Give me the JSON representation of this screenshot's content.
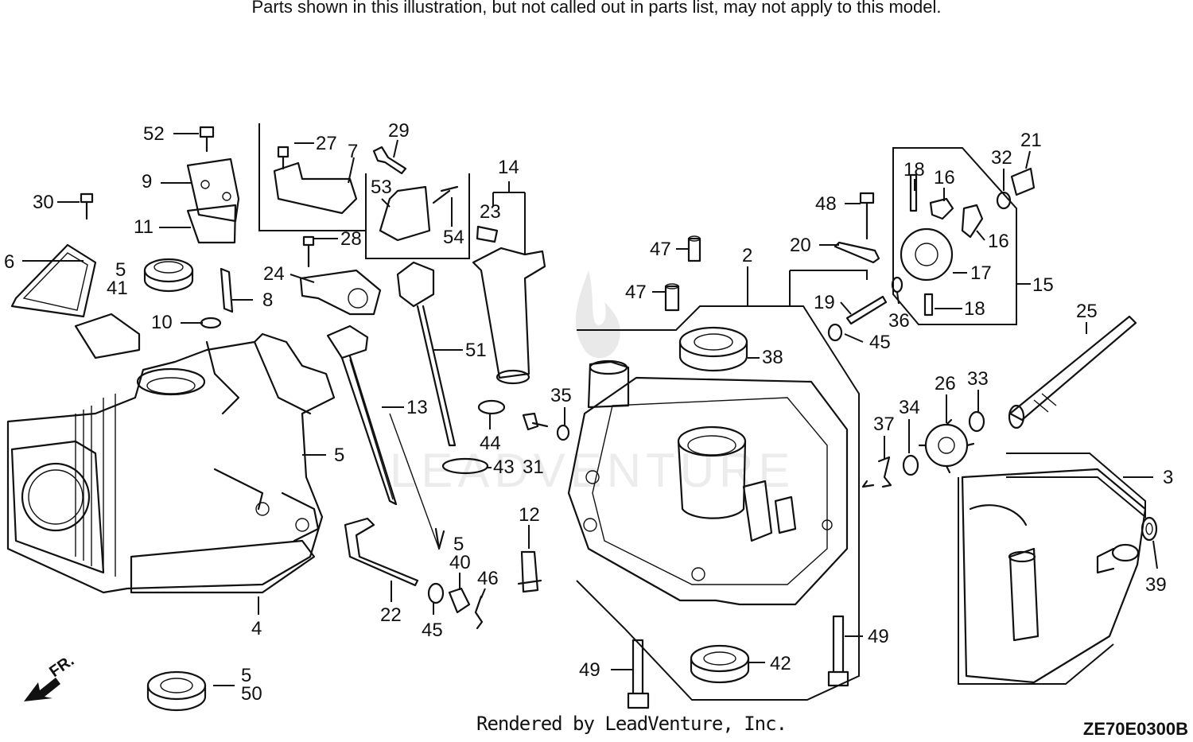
{
  "header": {
    "notice": "Parts shown in this illustration, but not called out in parts list, may not apply to this model."
  },
  "footer": {
    "credit": "Rendered by LeadVenture, Inc.",
    "diagram_code": "ZE70E0300B"
  },
  "front_indicator": "FR.",
  "watermark": "LEADVENTURE",
  "callouts": {
    "c52": "52",
    "c27": "27",
    "c7": "7",
    "c29": "29",
    "c14": "14",
    "c9": "9",
    "c53": "53",
    "c23": "23",
    "c30": "30",
    "c54": "54",
    "c11": "11",
    "c28": "28",
    "c6": "6",
    "c5a": "5",
    "c41": "41",
    "c24": "24",
    "c8": "8",
    "c10": "10",
    "c51": "51",
    "c13": "13",
    "c5b": "5",
    "c44": "44",
    "c43": "43",
    "c31": "31",
    "c35": "35",
    "c12": "12",
    "c5c": "5",
    "c40": "40",
    "c46": "46",
    "c22": "22",
    "c45a": "45",
    "c4": "4",
    "c5d": "5",
    "c50": "50",
    "c47a": "47",
    "c47b": "47",
    "c2": "2",
    "c38": "38",
    "c48": "48",
    "c20": "20",
    "c18a": "18",
    "c16a": "16",
    "c16b": "16",
    "c17": "17",
    "c18b": "18",
    "c15": "15",
    "c32": "32",
    "c21": "21",
    "c19": "19",
    "c36": "36",
    "c45b": "45",
    "c25": "25",
    "c37": "37",
    "c34": "34",
    "c26": "26",
    "c33": "33",
    "c3": "3",
    "c39": "39",
    "c49a": "49",
    "c49b": "49",
    "c42": "42"
  }
}
